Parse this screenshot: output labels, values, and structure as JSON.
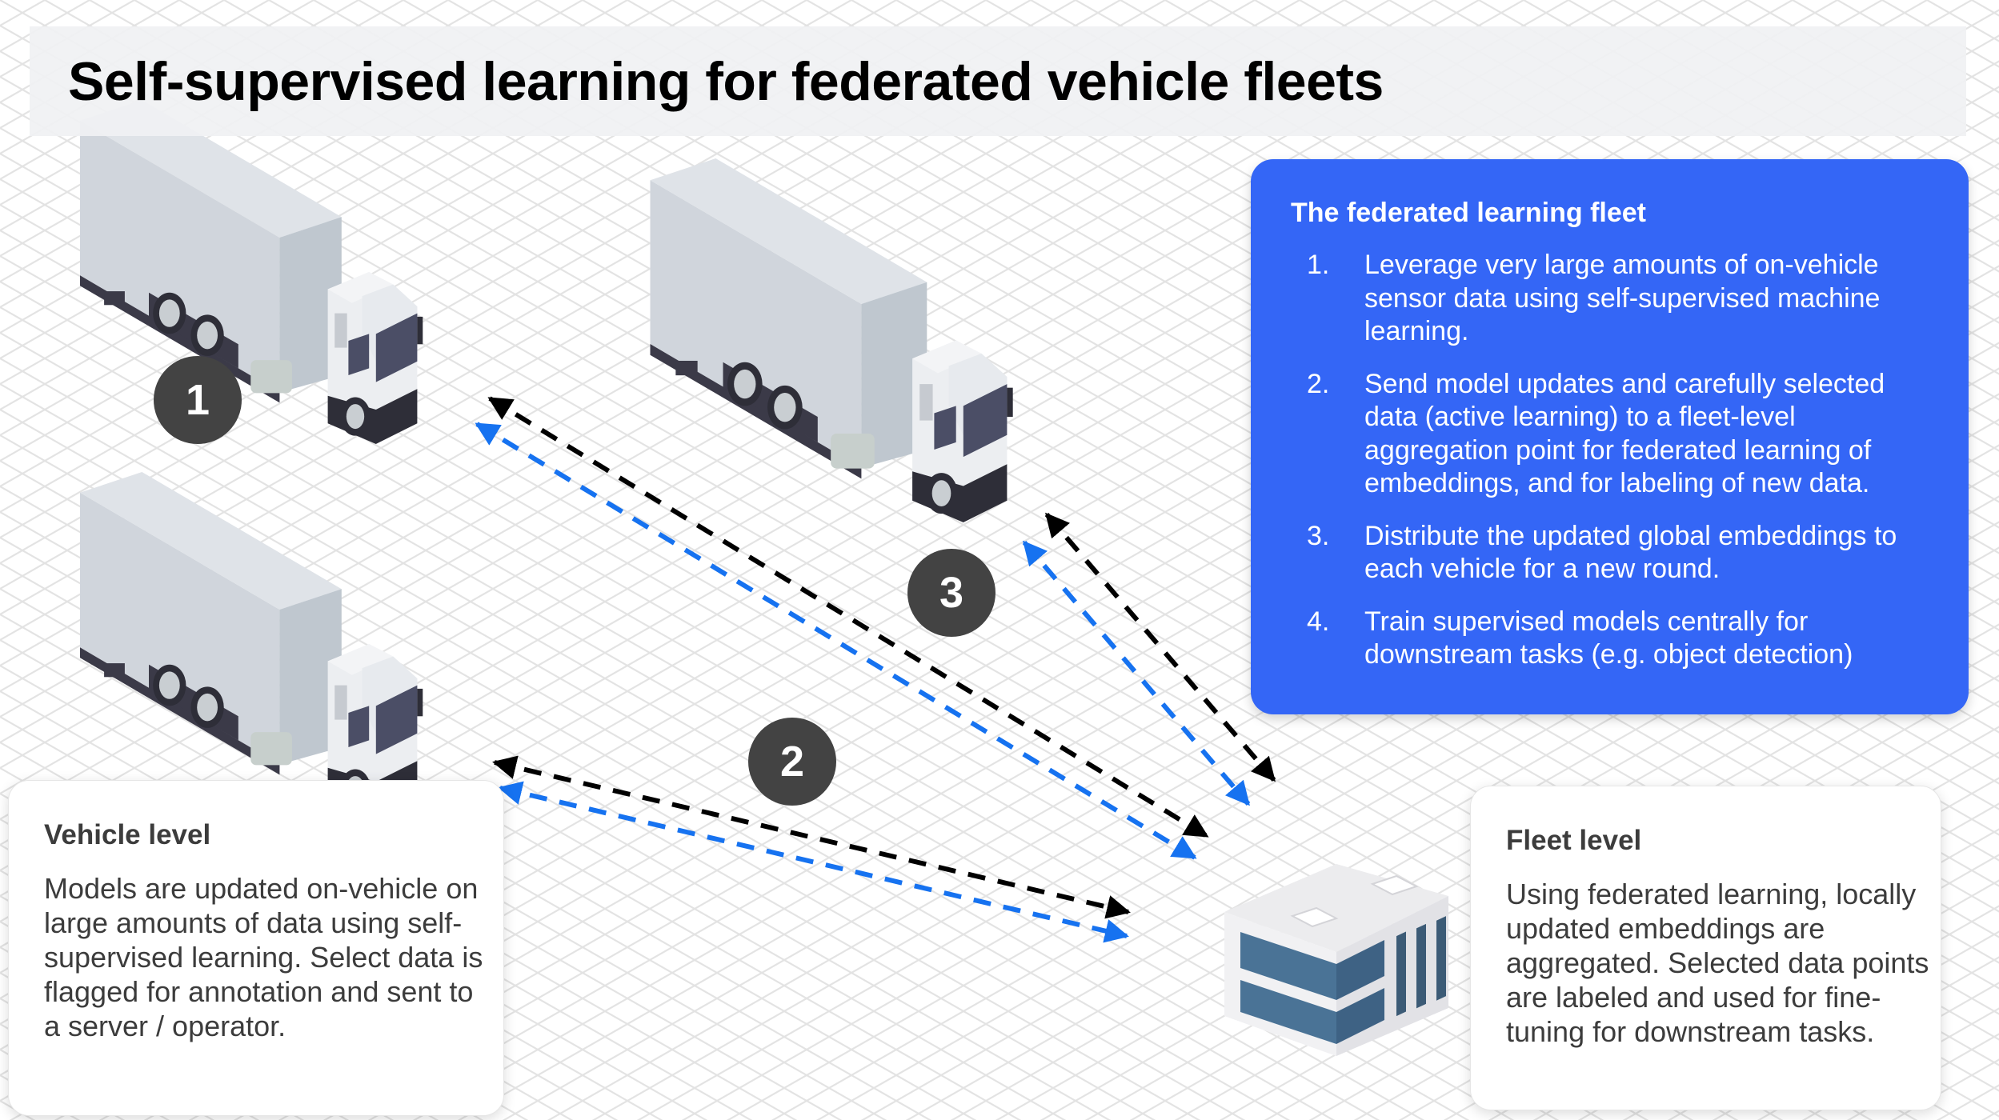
{
  "title": "Self-supervised learning for federated vehicle fleets",
  "colors": {
    "accent_blue": "#3466f6",
    "arrow_black": "#000000",
    "arrow_blue": "#1672f0",
    "badge": "#434343",
    "card_text": "#3c3c3c"
  },
  "badges": [
    "1",
    "2",
    "3"
  ],
  "icons": {
    "vehicles": [
      "truck-icon",
      "truck-icon",
      "truck-icon"
    ],
    "server": "building-icon"
  },
  "fleet_card": {
    "heading": "The federated learning fleet",
    "items": [
      {
        "num": "1.",
        "text": "Leverage very large amounts of on-vehicle sensor data using self-supervised machine learning."
      },
      {
        "num": "2.",
        "text": "Send model updates and carefully selected data (active learning) to a fleet-level aggregation point for federated learning of embeddings, and for labeling of new data."
      },
      {
        "num": "3.",
        "text": "Distribute the updated global embeddings to each vehicle for a new round."
      },
      {
        "num": "4.",
        "text": "Train supervised models centrally for downstream tasks (e.g. object detection)"
      }
    ]
  },
  "vehicle_level": {
    "heading": "Vehicle level",
    "body": "Models are updated on-vehicle on large amounts of data using self-supervised learning. Select data is flagged for annotation and sent to a server / operator."
  },
  "fleet_level": {
    "heading": "Fleet level",
    "body": "Using federated learning, locally updated embeddings are aggregated. Selected data points are labeled and used for fine-tuning for downstream tasks."
  },
  "connections": [
    {
      "id": "vehicle-1",
      "label": "1",
      "styles": [
        "black-dashed-bidirectional",
        "blue-dashed-bidirectional"
      ]
    },
    {
      "id": "vehicle-2",
      "label": "2",
      "styles": [
        "black-dashed-bidirectional",
        "blue-dashed-bidirectional"
      ]
    },
    {
      "id": "vehicle-3",
      "label": "3",
      "styles": [
        "black-dashed-bidirectional",
        "blue-dashed-bidirectional"
      ]
    }
  ]
}
